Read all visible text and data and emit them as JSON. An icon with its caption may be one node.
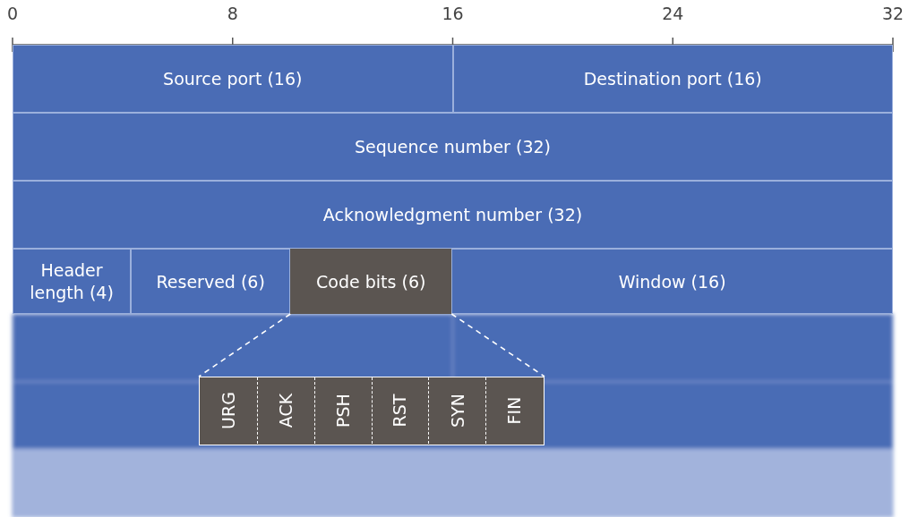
{
  "diagram": {
    "nodes": [
      {
        "text": [
          "Source port (16)"
        ]
      },
      {
        "text": [
          "Destination port (16)"
        ]
      },
      {
        "text": [
          "Sequence number (32)"
        ]
      },
      {
        "text": [
          "Acknowledgment number (32)"
        ]
      },
      {
        "text": [
          "Header length (4)"
        ]
      },
      {
        "text": [
          "Reserved (6)"
        ]
      },
      {
        "text": [
          "Code bits (6)"
        ]
      },
      {
        "text": [
          "Window (16)"
        ]
      },
      {
        "text": [],
        "shape": "box"
      },
      {
        "text": [
          "URG"
        ],
        "in": 8
      },
      {
        "text": [
          "ACK"
        ],
        "in": 8
      },
      {
        "text": [
          "PSH"
        ],
        "in": 8
      },
      {
        "text": [
          "RST"
        ],
        "in": 8
      },
      {
        "text": [
          "SYN"
        ],
        "in": 8
      },
      {
        "text": [
          "FIN"
        ],
        "in": 8
      }
    ],
    "edges": [
      {
        "from": 6,
        "to": 8,
        "arrow": "none",
        "style": "dashed"
      },
      {
        "from": 6,
        "to": 8,
        "arrow": "none",
        "style": "dashed"
      }
    ],
    "labels": [
      "0",
      "8",
      "16",
      "24",
      "32"
    ]
  }
}
